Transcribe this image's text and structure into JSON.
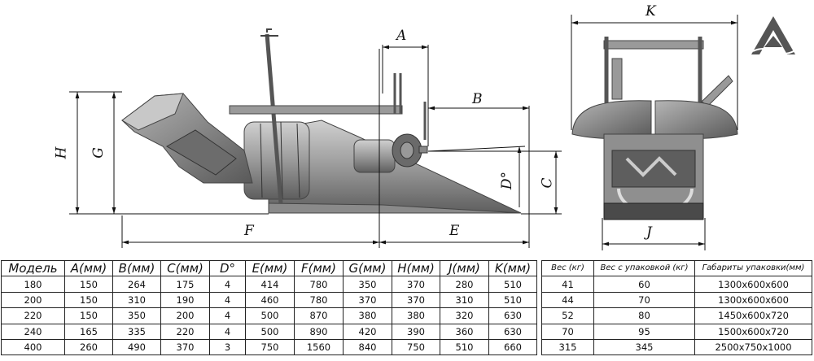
{
  "dimension_labels": {
    "A": "A",
    "B": "B",
    "C": "C",
    "D": "D°",
    "E": "E",
    "F": "F",
    "G": "G",
    "H": "H",
    "J": "J",
    "K": "K"
  },
  "logo": {
    "name": "mountain-logo-icon"
  },
  "spec_table": {
    "headers": [
      "Модель",
      "A(мм)",
      "B(мм)",
      "C(мм)",
      "D°",
      "E(мм)",
      "F(мм)",
      "G(мм)",
      "H(мм)",
      "J(мм)",
      "K(мм)"
    ],
    "rows": [
      [
        "180",
        "150",
        "264",
        "175",
        "4",
        "414",
        "780",
        "350",
        "370",
        "280",
        "510"
      ],
      [
        "200",
        "150",
        "310",
        "190",
        "4",
        "460",
        "780",
        "370",
        "370",
        "310",
        "510"
      ],
      [
        "220",
        "150",
        "350",
        "200",
        "4",
        "500",
        "870",
        "380",
        "380",
        "320",
        "630"
      ],
      [
        "240",
        "165",
        "335",
        "220",
        "4",
        "500",
        "890",
        "420",
        "390",
        "360",
        "630"
      ],
      [
        "400",
        "260",
        "490",
        "370",
        "3",
        "750",
        "1560",
        "840",
        "750",
        "510",
        "660"
      ]
    ]
  },
  "pack_table": {
    "headers": [
      "Вес (кг)",
      "Вес с упаковкой (кг)",
      "Габариты упаковки(мм)"
    ],
    "rows": [
      [
        "41",
        "60",
        "1300x600x600"
      ],
      [
        "44",
        "70",
        "1300x600x600"
      ],
      [
        "52",
        "80",
        "1450x600x720"
      ],
      [
        "70",
        "95",
        "1500x600x720"
      ],
      [
        "315",
        "345",
        "2500x750x1000"
      ]
    ]
  }
}
